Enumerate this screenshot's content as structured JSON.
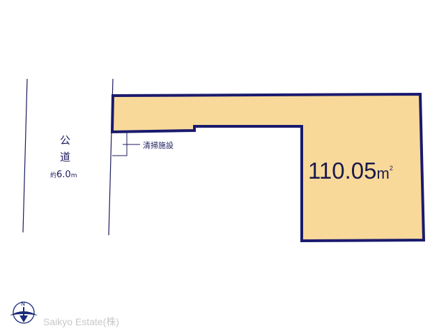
{
  "road": {
    "label_1": "公",
    "label_2": "道",
    "width_prefix": "約",
    "width_value": "6.0",
    "width_unit": "m"
  },
  "facility": {
    "label": "清掃施設"
  },
  "lot": {
    "area_value": "110.05",
    "area_unit": "m",
    "area_sup": "2",
    "fill": "#f9d99a",
    "stroke": "#1a1a6e"
  },
  "compass": {
    "label": "N"
  },
  "brand": {
    "name": "Saikyo Estate(株)"
  }
}
